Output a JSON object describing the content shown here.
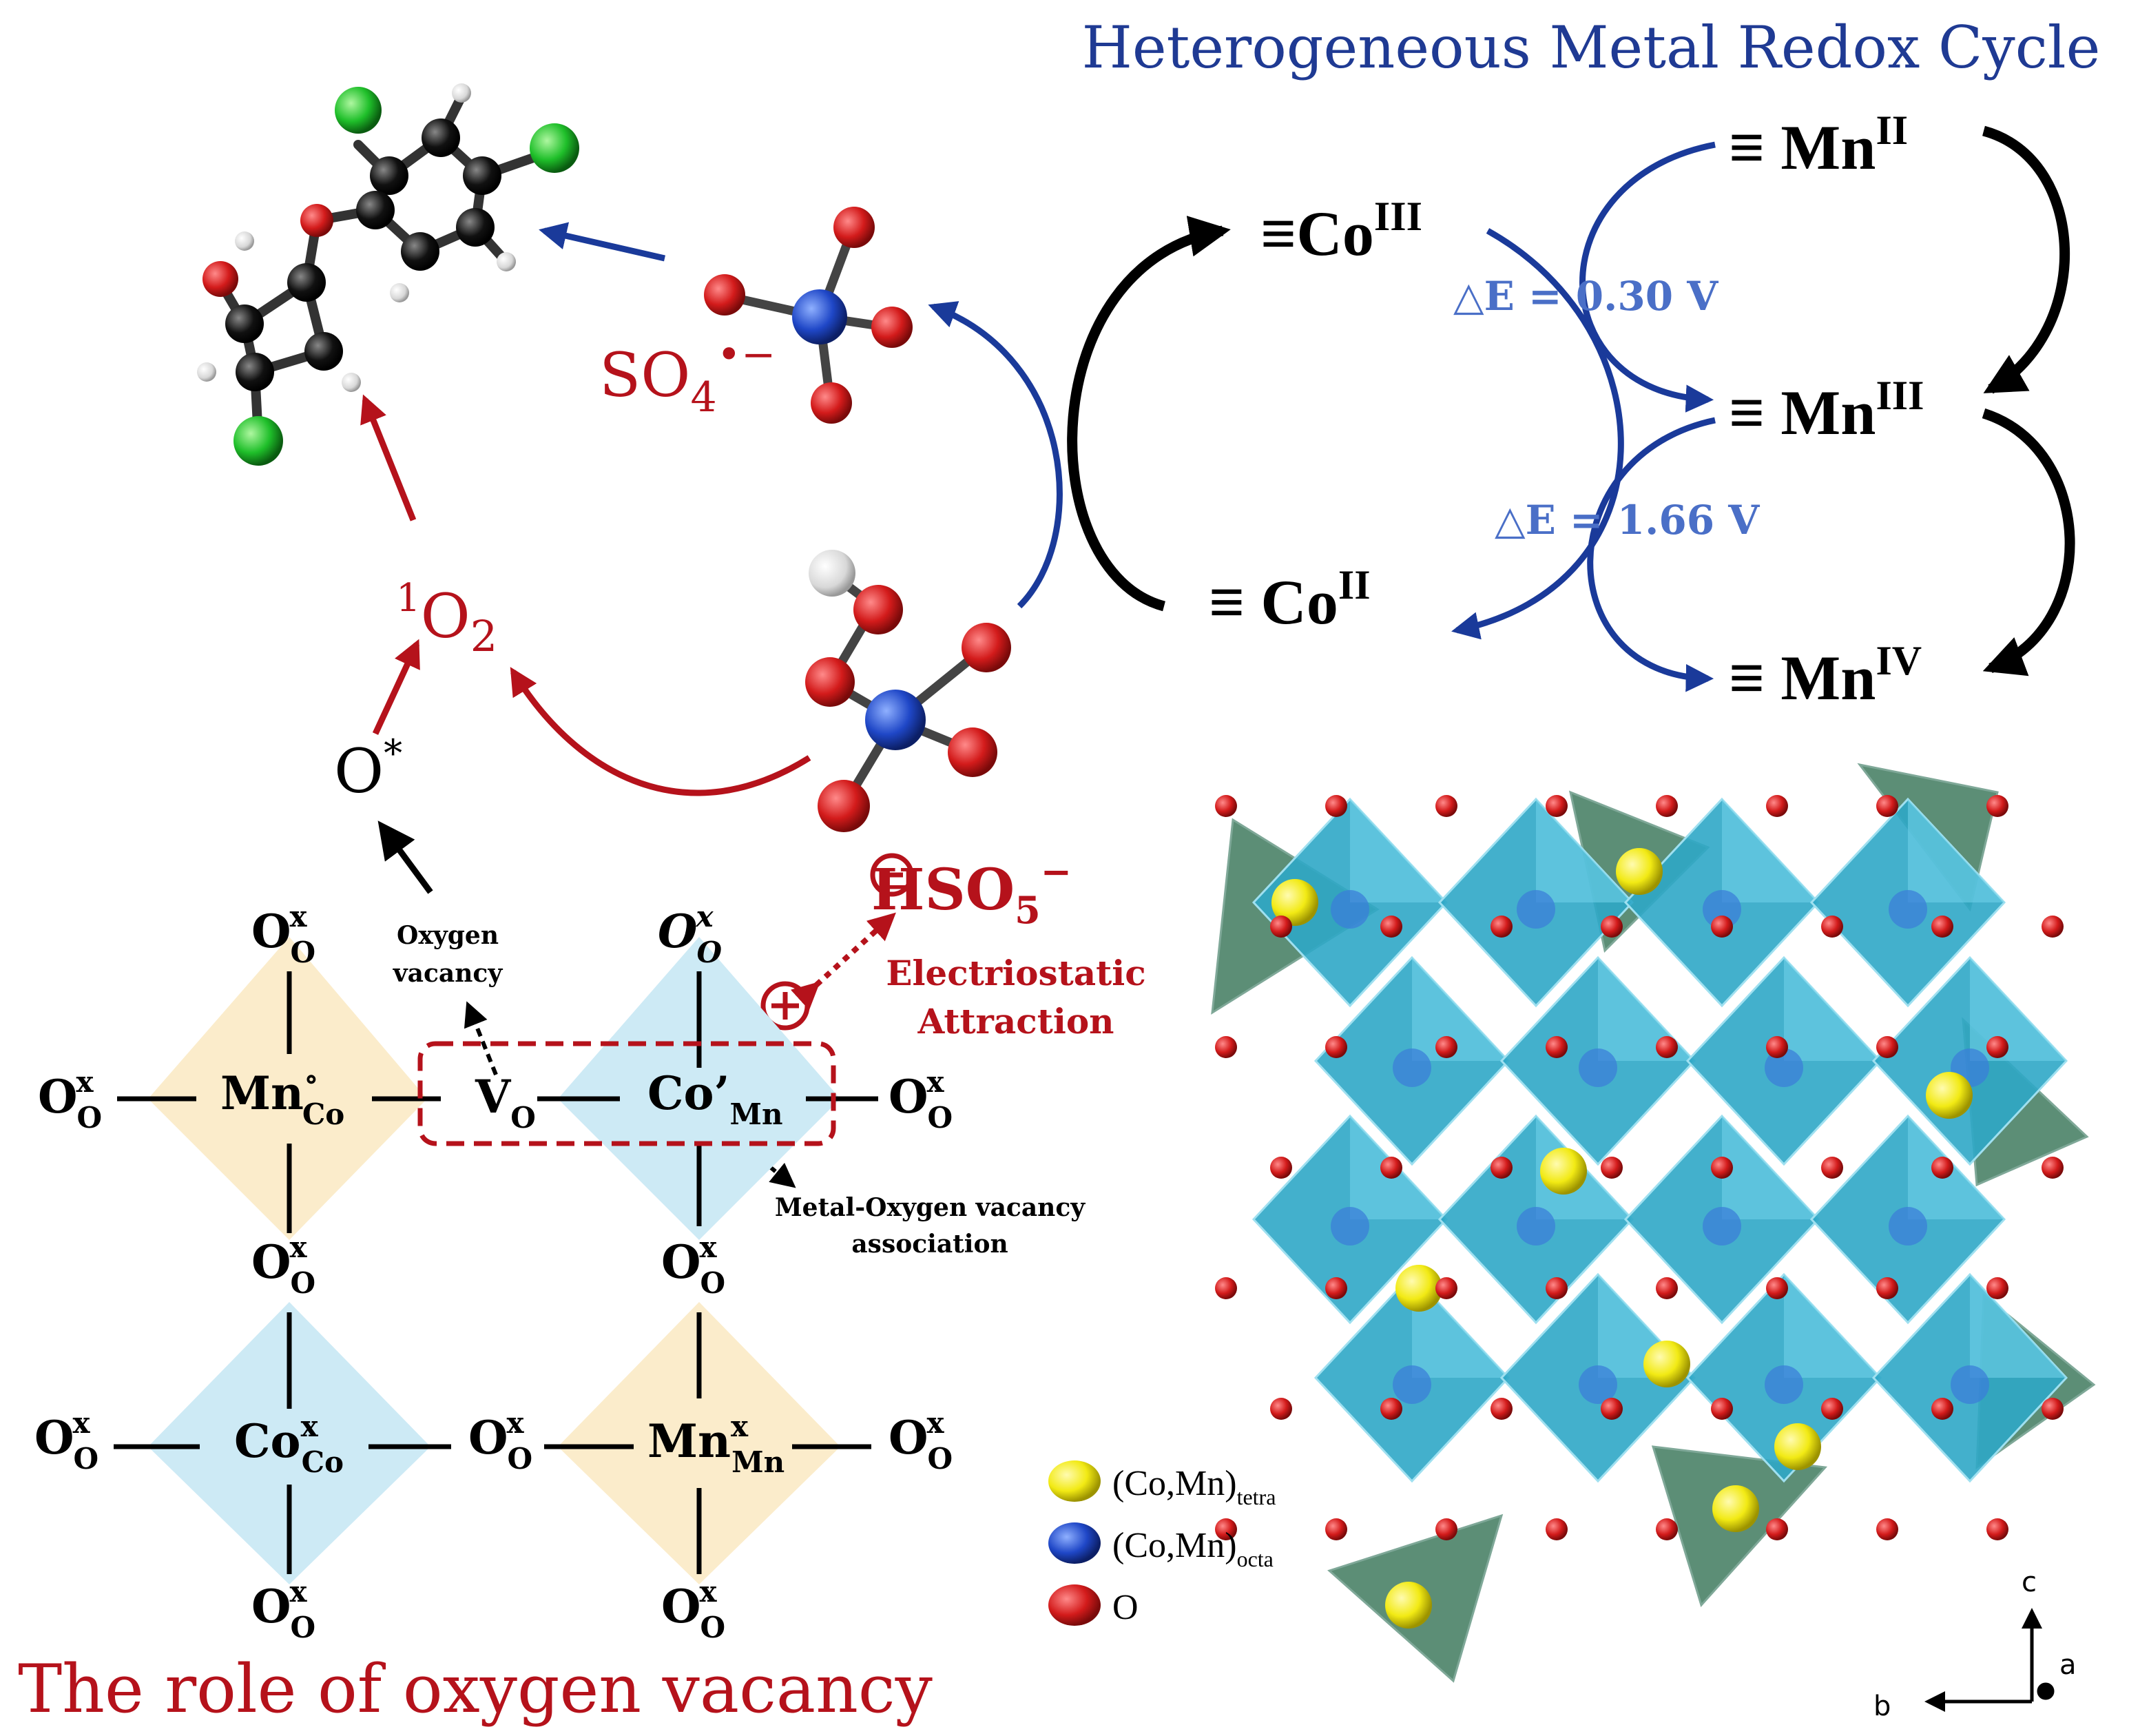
{
  "colors": {
    "title_blue": "#1f3a93",
    "arrow_blue": "#1a3a9a",
    "deltaE_blue": "#4a6fc7",
    "red": "#b5121b",
    "black": "#000000",
    "diamond_yellow": "#fbeccb",
    "diamond_blue": "#cdeaf5",
    "oct_cyan": "#2fa7c6",
    "tet_green": "#3f7a5e",
    "atom_red": "#d31b1b",
    "atom_blue": "#1f47c7",
    "atom_yellow": "#f2ea14"
  },
  "redox": {
    "title": "Heterogeneous Metal Redox Cycle",
    "co3": {
      "prefix": "≡Co",
      "ox": "III"
    },
    "co2": {
      "prefix": "≡ Co",
      "ox": "II"
    },
    "mn2": {
      "prefix": "≡ Mn",
      "ox": "II"
    },
    "mn3": {
      "prefix": "≡ Mn",
      "ox": "III"
    },
    "mn4": {
      "prefix": "≡ Mn",
      "ox": "IV"
    },
    "dE1": "△E = 0.30 V",
    "dE2": "△E = 1.66 V"
  },
  "species": {
    "so4_main": "SO",
    "so4_sub": "4",
    "so4_sup": "•−",
    "singlet_pre": "1",
    "singlet_main": "O",
    "singlet_sub": "2",
    "o_star_main": "O",
    "o_star_sup": "*",
    "hso5_main": "HSO",
    "hso5_sub": "5",
    "hso5_sup": "−"
  },
  "annotations": {
    "oxygen_vacancy_1": "Oxygen",
    "oxygen_vacancy_2": "vacancy",
    "electrostatic_1": "Electriostatic",
    "electrostatic_2": "Attraction",
    "metal_oxygen_1": "Metal-Oxygen vacancy",
    "metal_oxygen_2": "association"
  },
  "lattice": {
    "o_main": "O",
    "o_sub": "O",
    "o_sup": "x",
    "mn_co": {
      "main": "Mn",
      "sub": "Co",
      "sup": "∘"
    },
    "v_o": {
      "main": "V",
      "sub": "O"
    },
    "co_mn": {
      "main": "Co’",
      "sub": "Mn"
    },
    "co_co": {
      "main": "Co",
      "sub": "Co",
      "sup": "x"
    },
    "mn_mn": {
      "main": "Mn",
      "sub": "Mn",
      "sup": "x"
    }
  },
  "bottom_title": "The role of oxygen vacancy",
  "legend": [
    {
      "main": "(Co,Mn)",
      "sub": "tetra",
      "color": "#f2ea14"
    },
    {
      "main": "(Co,Mn)",
      "sub": "octa",
      "color": "#1f47c7"
    },
    {
      "main": "O",
      "sub": "",
      "color": "#d31b1b"
    }
  ],
  "axes": {
    "c": "c",
    "a": "a",
    "b": "b"
  }
}
